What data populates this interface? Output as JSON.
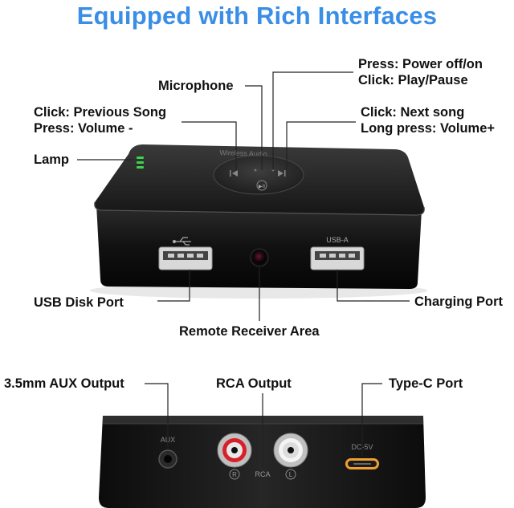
{
  "title": "Equipped with Rich Interfaces",
  "device_top": {
    "brand_text": "Wireless Audio",
    "play_pause_mark": "▶II",
    "usb_a_label": "USB-A"
  },
  "device_back": {
    "aux_label": "AUX",
    "rca_label": "RCA",
    "rca_right": "R",
    "rca_left": "L",
    "dc_label": "DC-5V"
  },
  "callouts": {
    "power_line1": "Press: Power off/on",
    "power_line2": "Click: Play/Pause",
    "microphone": "Microphone",
    "prev_line1": "Click: Previous Song",
    "prev_line2": "Press: Volume -",
    "next_line1": "Click: Next song",
    "next_line2": "Long press: Volume+",
    "lamp": "Lamp",
    "usb_disk": "USB Disk Port",
    "charging": "Charging Port",
    "remote": "Remote Receiver Area",
    "aux_out": "3.5mm AUX Output",
    "rca_out": "RCA Output",
    "typec": "Type-C Port"
  },
  "colors": {
    "title": "#3a8ee6",
    "device": "#1a1a1a",
    "lamp": "#3cd24a",
    "rca_red": "#d8202a",
    "typec_glow": "#f0a030"
  },
  "icons": [
    "usb-icon",
    "previous-icon",
    "next-icon",
    "play-pause-icon"
  ]
}
